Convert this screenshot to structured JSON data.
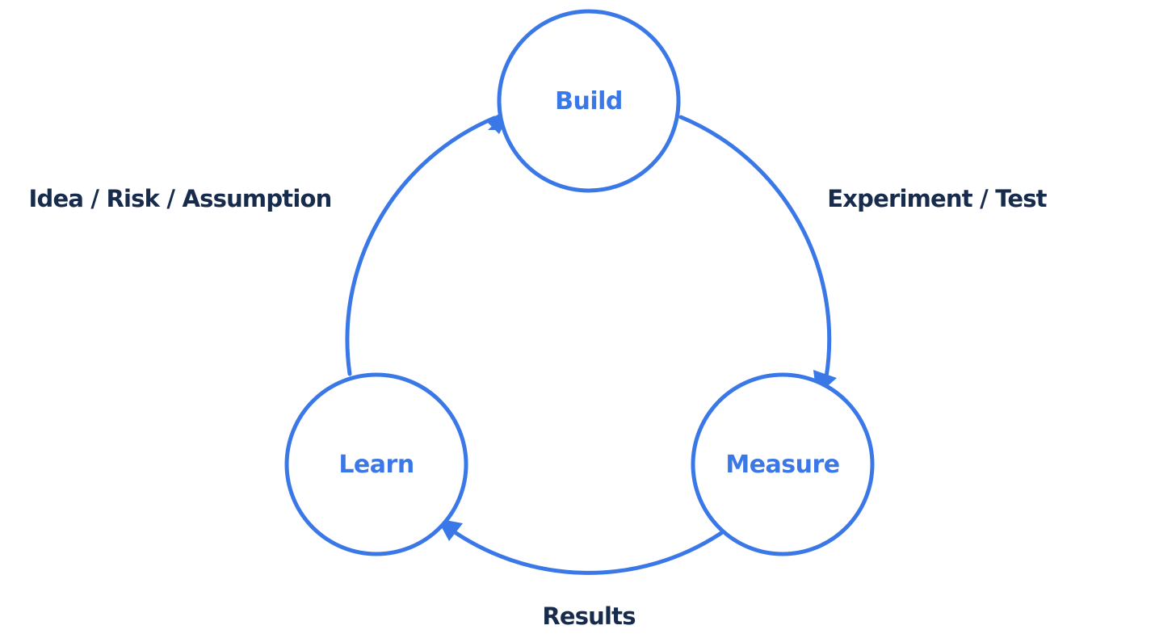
{
  "colors": {
    "accent": "#3b78e7",
    "text_dark": "#172b4d",
    "background": "#ffffff"
  },
  "nodes": {
    "build": {
      "label": "Build"
    },
    "measure": {
      "label": "Measure"
    },
    "learn": {
      "label": "Learn"
    }
  },
  "edges": {
    "build_to_measure": {
      "label": "Experiment / Test"
    },
    "measure_to_learn": {
      "label": "Results"
    },
    "learn_to_build": {
      "label": "Idea / Risk / Assumption"
    }
  }
}
